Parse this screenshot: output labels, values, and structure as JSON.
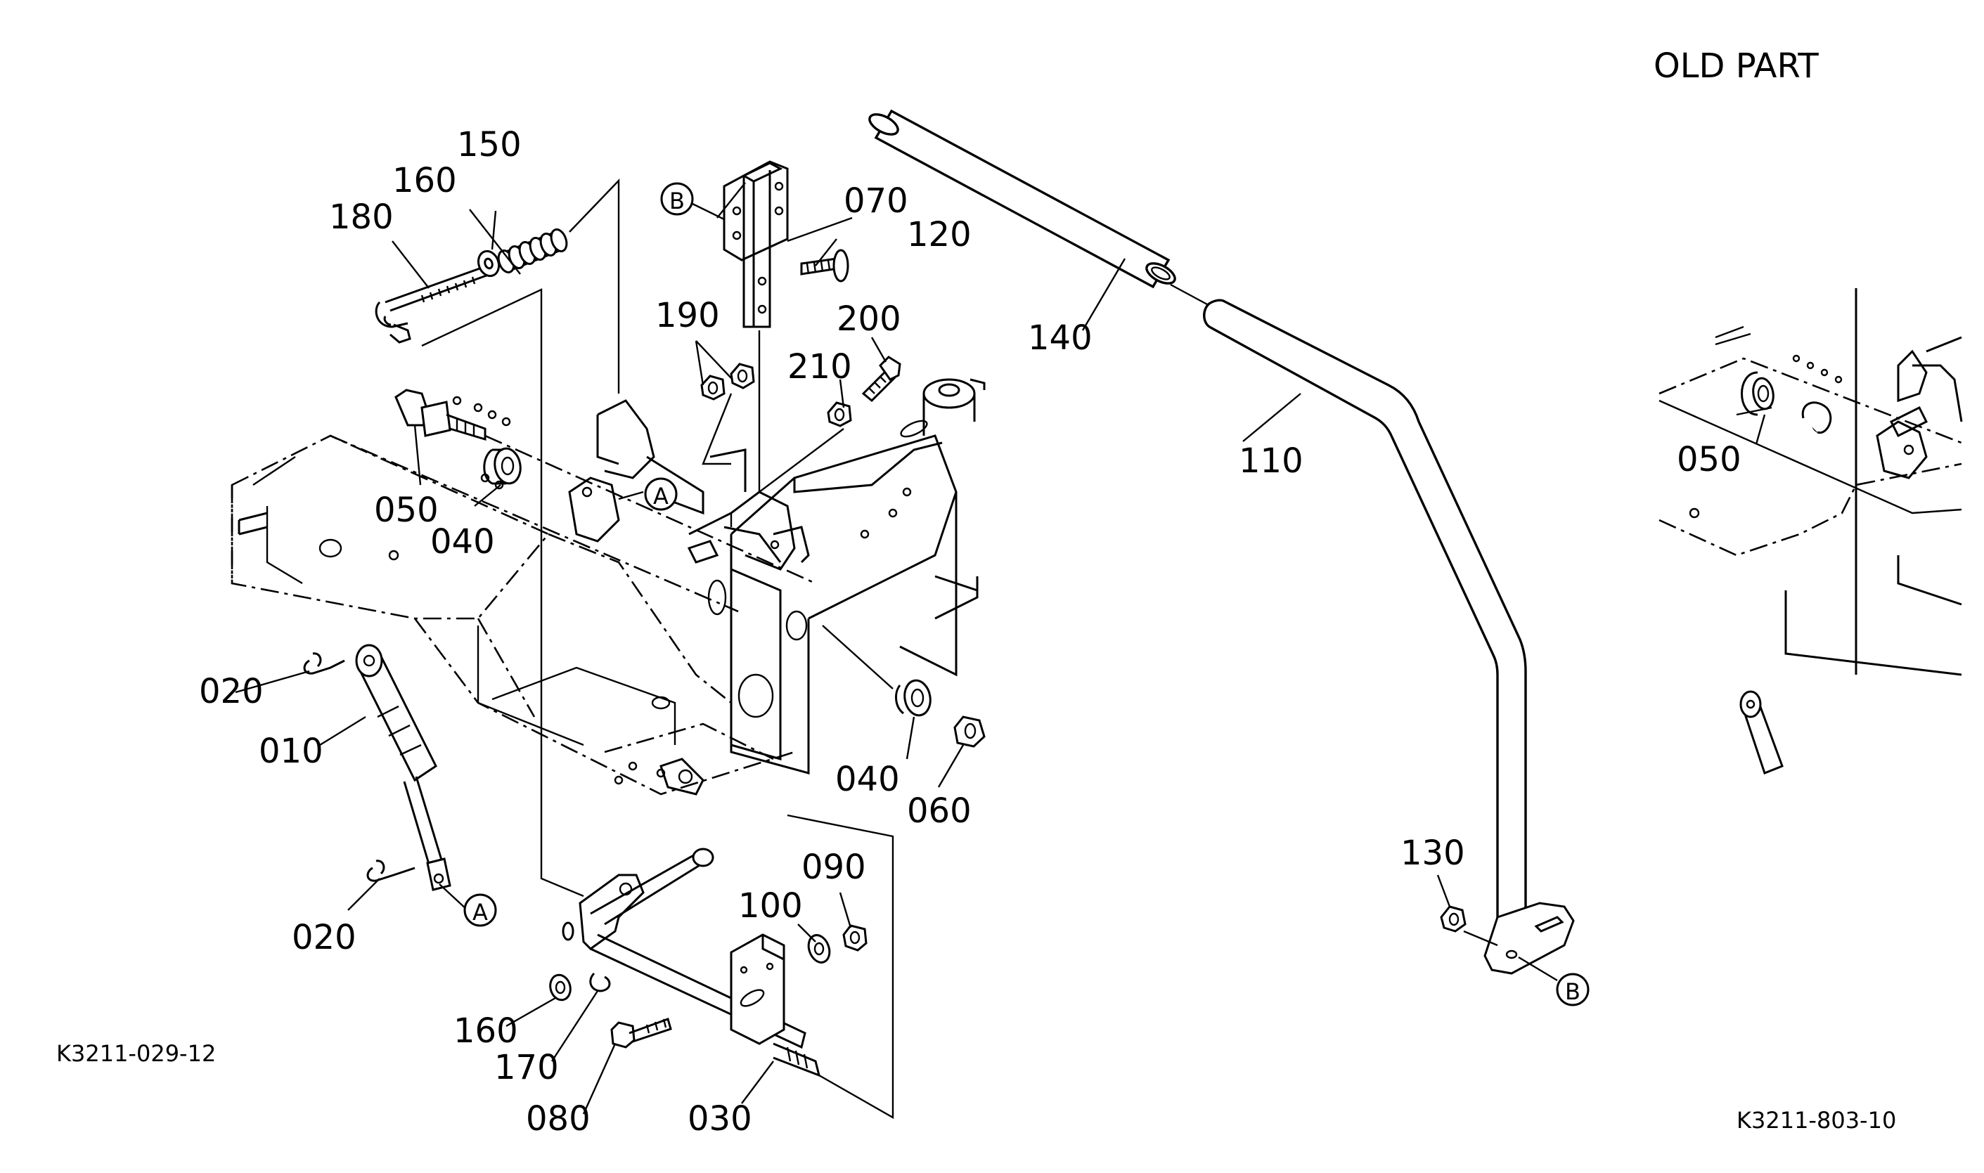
{
  "header": {
    "title": "OLD PART"
  },
  "codes": {
    "left": "K3211-029-12",
    "right": "K3211-803-10"
  },
  "callouts": {
    "p150": "150",
    "p160a": "160",
    "p180": "180",
    "p070": "070",
    "p120": "120",
    "p190": "190",
    "p200": "200",
    "p210": "210",
    "p140": "140",
    "p110": "110",
    "p050a": "050",
    "p040a": "040",
    "p050b": "050",
    "p020a": "020",
    "p010": "010",
    "p020b": "020",
    "p040b": "040",
    "p060": "060",
    "p090": "090",
    "p100": "100",
    "p160b": "160",
    "p170": "170",
    "p080": "080",
    "p030": "030",
    "p130": "130"
  },
  "refs": {
    "b_top": "B",
    "a_mid": "A",
    "a_low": "A",
    "b_low": "B"
  },
  "colors": {
    "line": "#000000",
    "background": "#ffffff"
  }
}
